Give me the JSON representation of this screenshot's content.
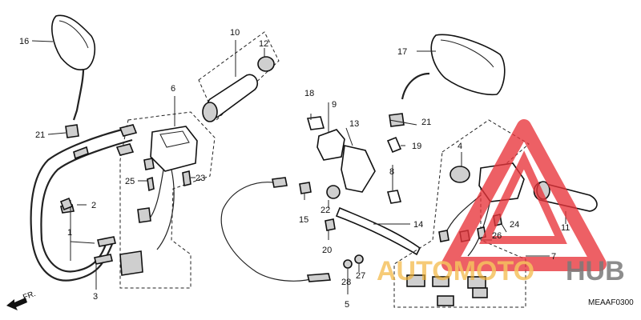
{
  "diagram": {
    "callouts": [
      {
        "id": "c1",
        "text": "1"
      },
      {
        "id": "c2",
        "text": "2"
      },
      {
        "id": "c3",
        "text": "3"
      },
      {
        "id": "c4",
        "text": "4"
      },
      {
        "id": "c5",
        "text": "5"
      },
      {
        "id": "c6",
        "text": "6"
      },
      {
        "id": "c7",
        "text": "7"
      },
      {
        "id": "c8",
        "text": "8"
      },
      {
        "id": "c9",
        "text": "9"
      },
      {
        "id": "c10",
        "text": "10"
      },
      {
        "id": "c11",
        "text": "11"
      },
      {
        "id": "c12",
        "text": "12"
      },
      {
        "id": "c13",
        "text": "13"
      },
      {
        "id": "c14",
        "text": "14"
      },
      {
        "id": "c15",
        "text": "15"
      },
      {
        "id": "c16",
        "text": "16"
      },
      {
        "id": "c17",
        "text": "17"
      },
      {
        "id": "c18",
        "text": "18"
      },
      {
        "id": "c19",
        "text": "19"
      },
      {
        "id": "c20",
        "text": "20"
      },
      {
        "id": "c21a",
        "text": "21"
      },
      {
        "id": "c21b",
        "text": "21"
      },
      {
        "id": "c22",
        "text": "22"
      },
      {
        "id": "c23",
        "text": "23"
      },
      {
        "id": "c24",
        "text": "24"
      },
      {
        "id": "c25",
        "text": "25"
      },
      {
        "id": "c26",
        "text": "26"
      },
      {
        "id": "c27",
        "text": "27"
      },
      {
        "id": "c28",
        "text": "28"
      }
    ],
    "front_indicator": "FR.",
    "diagram_code": "MEAAF0300"
  },
  "watermark": {
    "brand_part1": "AUTOMOTO",
    "brand_part2": "HUB",
    "color_primary": "#e8343a",
    "color_secondary": "#f2b233",
    "color_dark": "#555555"
  }
}
